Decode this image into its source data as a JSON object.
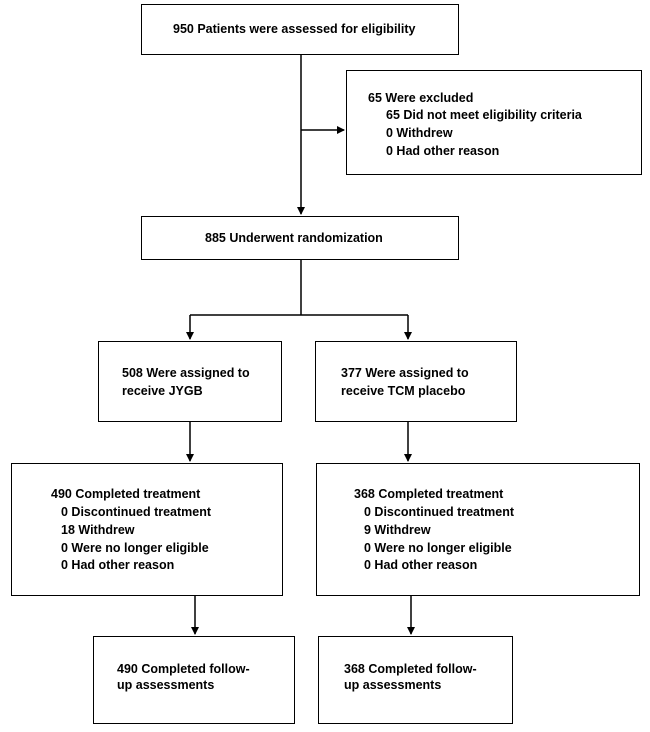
{
  "assessed": {
    "text": "950 Patients were assessed for eligibility"
  },
  "excluded": {
    "title": "65 Were excluded",
    "items": [
      "65 Did not meet eligibility criteria",
      "0 Withdrew",
      "0 Had other reason"
    ]
  },
  "randomization": {
    "text": "885 Underwent randomization"
  },
  "assigned_left": {
    "line1": "508 Were assigned  to",
    "line2": "receive  JYGB"
  },
  "assigned_right": {
    "line1": "377 Were assigned  to",
    "line2": "receive TCM placebo"
  },
  "completed_left": {
    "title": "490 Completed treatment",
    "items": [
      "0 Discontinued treatment",
      "18 Withdrew",
      "0 Were no longer eligible",
      "0 Had other reason"
    ]
  },
  "completed_right": {
    "title": "368 Completed treatment",
    "items": [
      "0 Discontinued treatment",
      "9 Withdrew",
      "0 Were no longer eligible",
      "0 Had other reason"
    ]
  },
  "followup_left": {
    "line1": "490 Completed follow-",
    "line2": "up assessments"
  },
  "followup_right": {
    "line1": "368 Completed follow-",
    "line2": "up assessments"
  },
  "colors": {
    "line": "#000000",
    "background": "#ffffff"
  }
}
